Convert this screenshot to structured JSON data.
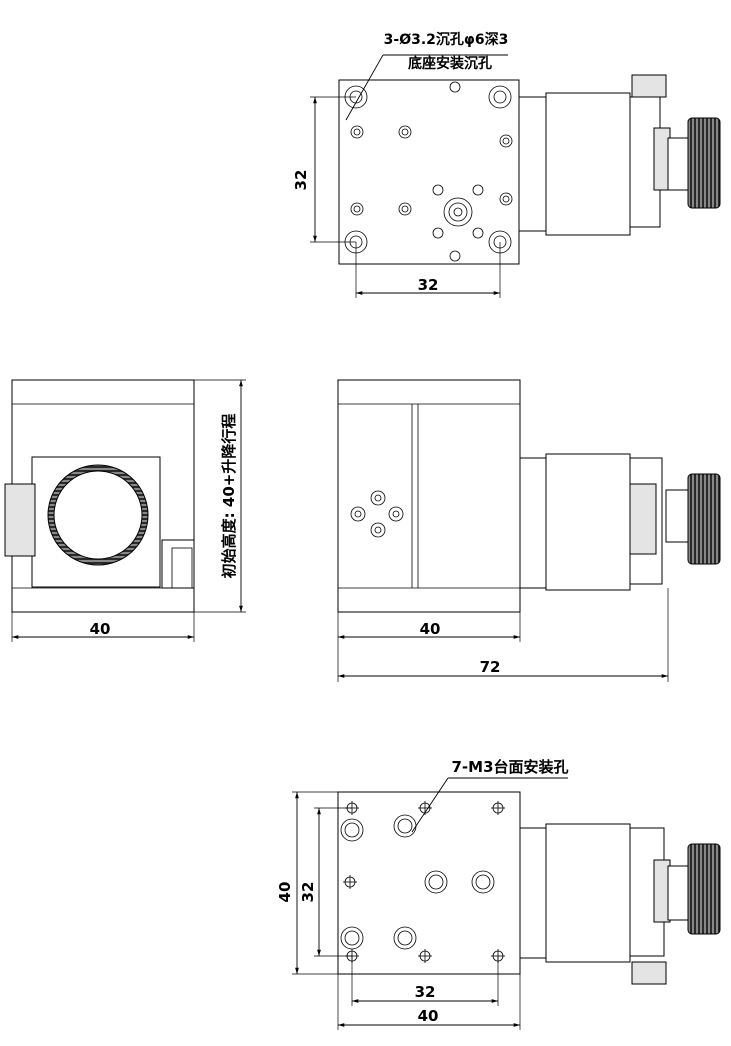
{
  "top_view": {
    "callout_line1": "3-Ø3.2沉孔φ6深3",
    "callout_line2": "底座安装沉孔",
    "dim_vertical": "32",
    "dim_horizontal": "32"
  },
  "side_view": {
    "dim_width": "40",
    "dim_height_note": "初始高度: 40+升降行程"
  },
  "front_view": {
    "dim_width": "40",
    "dim_total": "72"
  },
  "bottom_view": {
    "callout": "7-M3台面安装孔",
    "dim_outer_vertical": "40",
    "dim_inner_vertical": "32",
    "dim_inner_horizontal": "32",
    "dim_outer_horizontal": "40"
  }
}
